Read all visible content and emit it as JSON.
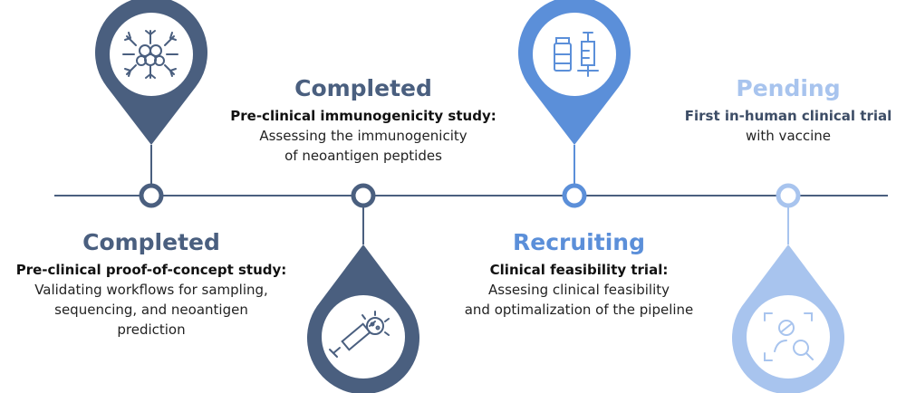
{
  "colors": {
    "dark": "#4A5F7F",
    "mid": "#5B8FD9",
    "light": "#A8C4EE",
    "line": "#4A5F7F"
  },
  "milestones": [
    {
      "status": "Completed",
      "title": "Pre-clinical proof-of-concept study:",
      "description": [
        "Validating workflows for sampling,",
        "sequencing, and neoantigen",
        "prediction"
      ],
      "icon": "immune-cell-icon",
      "color": "#4A5F7F"
    },
    {
      "status": "Completed",
      "title": "Pre-clinical immunogenicity study:",
      "description": [
        "Assessing the immunogenicity",
        "of neoantigen peptides"
      ],
      "icon": "syringe-virus-icon",
      "color": "#4A5F7F"
    },
    {
      "status": "Recruiting",
      "title": "Clinical feasibility trial:",
      "description": [
        "Assesing clinical feasibility",
        "and optimalization of the pipeline"
      ],
      "icon": "vial-syringe-icon",
      "color": "#5B8FD9"
    },
    {
      "status": "Pending",
      "title": "First in-human clinical trial",
      "description": [
        "with vaccine"
      ],
      "icon": "scan-search-icon",
      "color": "#A8C4EE"
    }
  ]
}
